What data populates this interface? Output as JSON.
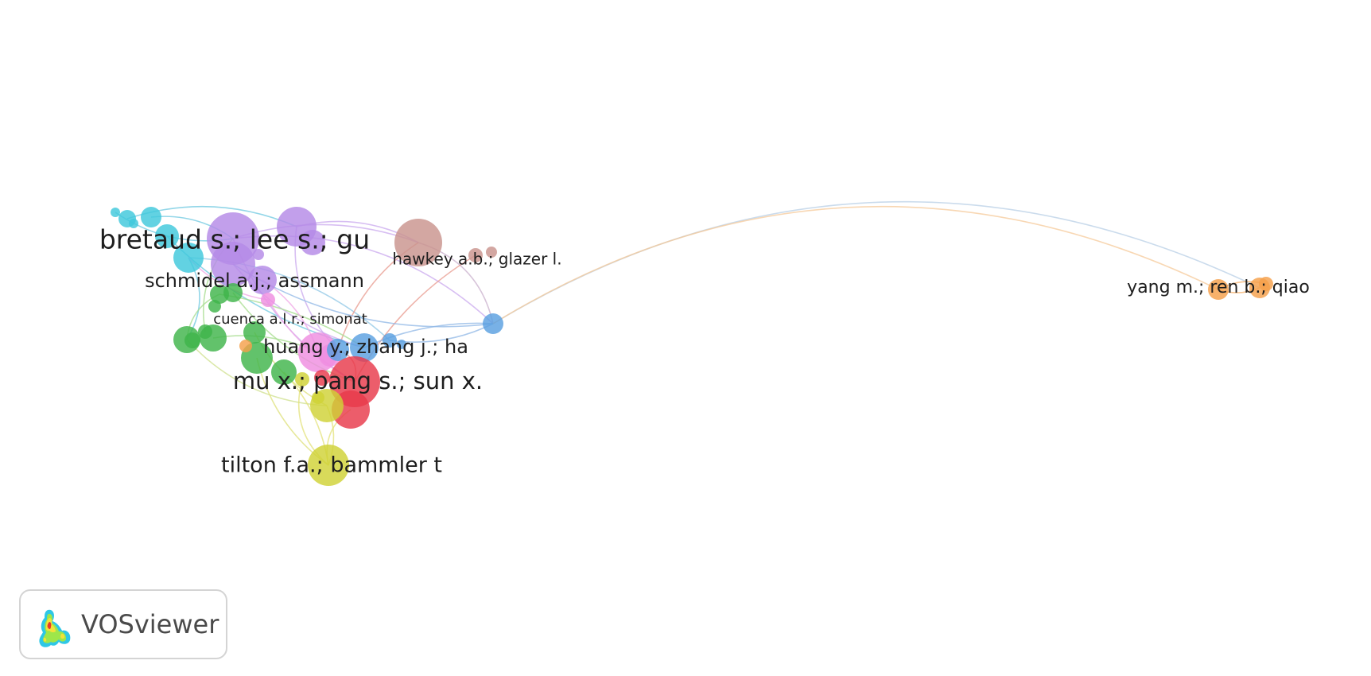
{
  "app": {
    "name": "VOSviewer",
    "logo_icon": "vosviewer-density-icon"
  },
  "network": {
    "type": "co-authorship-network",
    "cluster_colors": {
      "red": "#e8394a",
      "green": "#3fb54a",
      "blue": "#5aa0e0",
      "yellow": "#cfd236",
      "purple": "#b58ae6",
      "cyan": "#3fc8dc",
      "orange": "#f5a04a",
      "brown": "#c9948d",
      "pink": "#ef8ee0"
    },
    "labels": [
      {
        "id": "bretaud",
        "text": "bretaud s.; lee s.; gu",
        "cluster": "purple"
      },
      {
        "id": "schmidel",
        "text": "schmidel a.j.; assmann",
        "cluster": "purple"
      },
      {
        "id": "cuenca",
        "text": "cuenca a.l.r.; simonat",
        "cluster": "green"
      },
      {
        "id": "huang",
        "text": "huang y.; zhang j.; ha",
        "cluster": "blue"
      },
      {
        "id": "mu",
        "text": "mu x.; pang s.; sun x.",
        "cluster": "red"
      },
      {
        "id": "tilton",
        "text": "tilton f.a.; bammler t",
        "cluster": "yellow"
      },
      {
        "id": "hawkey",
        "text": "hawkey a.b.; glazer l.",
        "cluster": "brown"
      },
      {
        "id": "yang",
        "text": "yang m.; ren b.; qiao",
        "cluster": "orange"
      }
    ]
  }
}
